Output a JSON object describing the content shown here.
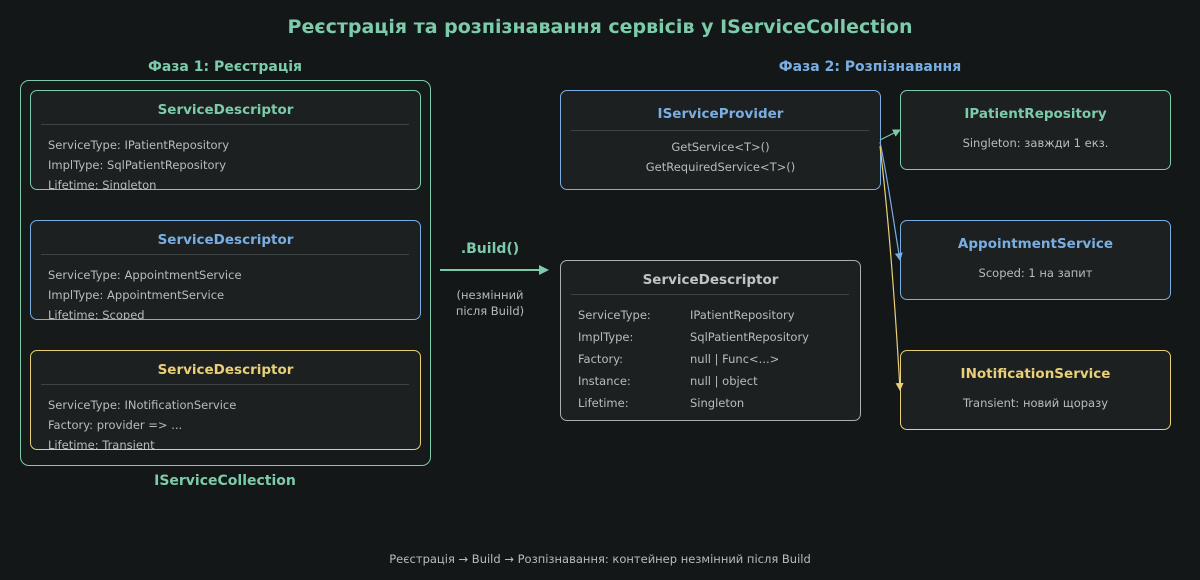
{
  "title": "Реєстрація та розпізнавання сервісів у IServiceCollection",
  "phase1": {
    "label": "Фаза 1: Реєстрація",
    "container_label": "IServiceCollection",
    "descriptors": [
      {
        "title": "ServiceDescriptor",
        "lines": [
          "ServiceType: IPatientRepository",
          "ImplType: SqlPatientRepository",
          "Lifetime: Singleton"
        ]
      },
      {
        "title": "ServiceDescriptor",
        "lines": [
          "ServiceType: AppointmentService",
          "ImplType: AppointmentService",
          "Lifetime: Scoped"
        ]
      },
      {
        "title": "ServiceDescriptor",
        "lines": [
          "ServiceType: INotificationService",
          "Factory: provider => ...",
          "Lifetime: Transient"
        ]
      }
    ]
  },
  "build": {
    "label": ".Build()",
    "note_line1": "(незмінний",
    "note_line2": "після Build)"
  },
  "detail": {
    "title": "ServiceDescriptor",
    "rows": [
      {
        "key": "ServiceType:",
        "value": "IPatientRepository"
      },
      {
        "key": "ImplType:",
        "value": "SqlPatientRepository"
      },
      {
        "key": "Factory:",
        "value": "null | Func<...>"
      },
      {
        "key": "Instance:",
        "value": "null | object"
      },
      {
        "key": "Lifetime:",
        "value": "Singleton"
      }
    ]
  },
  "phase2": {
    "label": "Фаза 2: Розпізнавання",
    "provider": {
      "title": "IServiceProvider",
      "methods": [
        "GetService<T>()",
        "GetRequiredService<T>()"
      ]
    },
    "services": [
      {
        "title": "IPatientRepository",
        "desc": "Singleton: завжди 1 екз."
      },
      {
        "title": "AppointmentService",
        "desc": "Scoped: 1 на запит"
      },
      {
        "title": "INotificationService",
        "desc": "Transient: новий щоразу"
      }
    ]
  },
  "footer": "Реєстрація → Build → Розпізнавання: контейнер незмінний після Build",
  "colors": {
    "green": "#7ccbaa",
    "blue": "#7aaee2",
    "yellow": "#e8cf78",
    "gray": "#a8b0b0",
    "background": "#141717"
  }
}
